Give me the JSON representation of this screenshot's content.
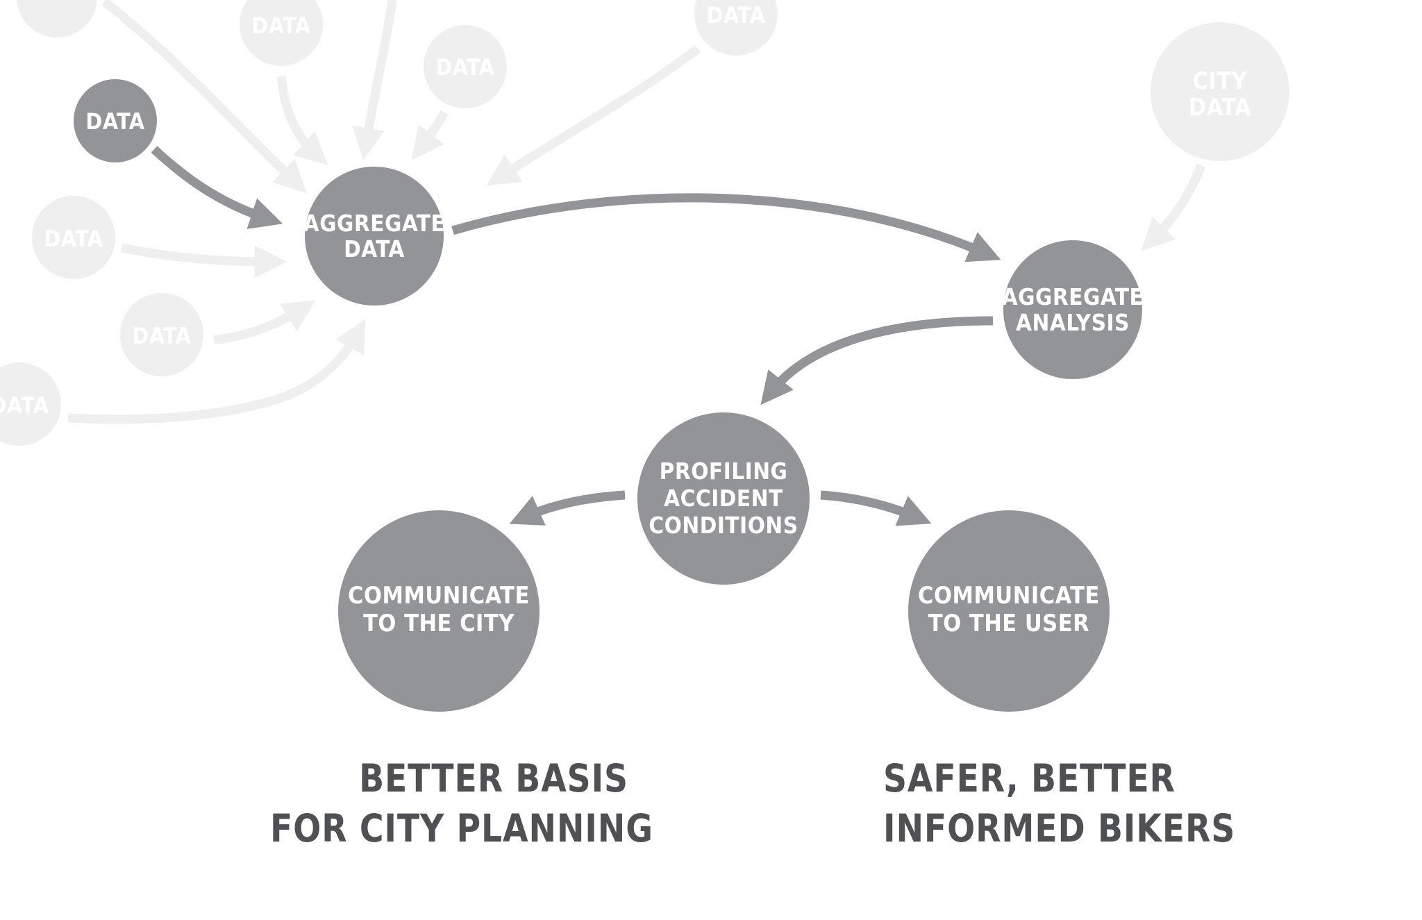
{
  "colors": {
    "node": "#939497",
    "faded_node": "#efefef",
    "arrow": "#939497",
    "faded_arrow": "#efefef",
    "outcome_text": "#4f5053"
  },
  "nodes": {
    "data_source": "DATA",
    "faded_data": "DATA",
    "city_data": [
      "CITY",
      "DATA"
    ],
    "aggregate_data": [
      "AGGREGATE",
      "DATA"
    ],
    "aggregate_analysis": [
      "AGGREGATE",
      "ANALYSIS"
    ],
    "profiling": [
      "PROFILING",
      "ACCIDENT",
      "CONDITIONS"
    ],
    "communicate_city": [
      "COMMUNICATE",
      "TO THE CITY"
    ],
    "communicate_user": [
      "COMMUNICATE",
      "TO THE USER"
    ]
  },
  "outcomes": {
    "city": [
      "BETTER BASIS",
      "FOR CITY PLANNING"
    ],
    "bikers": [
      "SAFER, BETTER",
      "INFORMED BIKERS"
    ]
  }
}
